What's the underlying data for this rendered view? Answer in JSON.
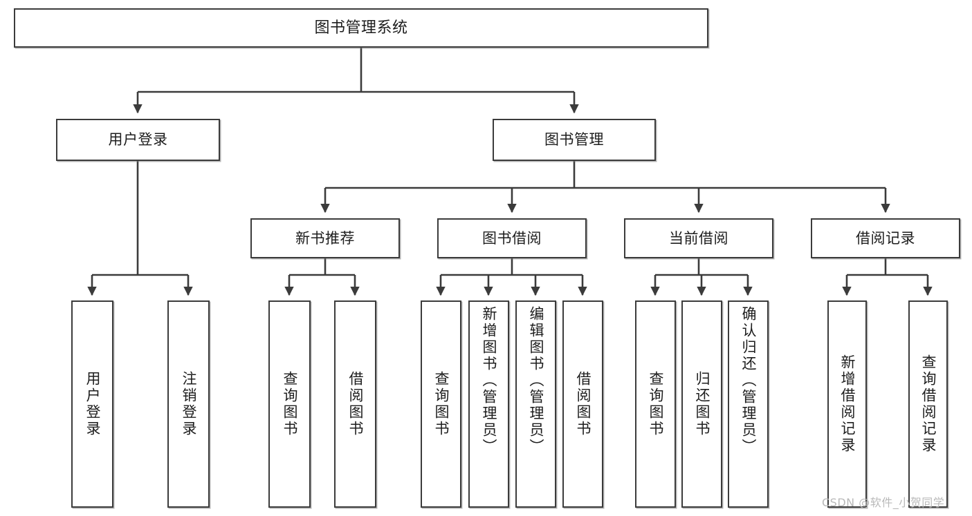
{
  "diagram": {
    "type": "tree",
    "title": "图书管理系统",
    "root": {
      "id": "root",
      "label": "图书管理系统"
    },
    "level2": [
      {
        "id": "user-login",
        "label": "用户登录"
      },
      {
        "id": "book-manage",
        "label": "图书管理"
      }
    ],
    "level3": [
      {
        "id": "new-book-rec",
        "label": "新书推荐",
        "parent": "book-manage"
      },
      {
        "id": "book-borrow",
        "label": "图书借阅",
        "parent": "book-manage"
      },
      {
        "id": "current-borrow",
        "label": "当前借阅",
        "parent": "book-manage"
      },
      {
        "id": "borrow-record",
        "label": "借阅记录",
        "parent": "book-manage"
      }
    ],
    "leaves": [
      {
        "id": "leaf-user-login",
        "label": "用户登录",
        "parent": "user-login"
      },
      {
        "id": "leaf-user-logout",
        "label": "注销登录",
        "parent": "user-login"
      },
      {
        "id": "leaf-query-book-1",
        "label": "查询图书",
        "parent": "new-book-rec"
      },
      {
        "id": "leaf-borrow-book-1",
        "label": "借阅图书",
        "parent": "new-book-rec"
      },
      {
        "id": "leaf-query-book-2",
        "label": "查询图书",
        "parent": "book-borrow"
      },
      {
        "id": "leaf-add-book",
        "label": "新增图书（管理员）",
        "parent": "book-borrow"
      },
      {
        "id": "leaf-edit-book",
        "label": "编辑图书（管理员）",
        "parent": "book-borrow"
      },
      {
        "id": "leaf-borrow-book-2",
        "label": "借阅图书",
        "parent": "book-borrow"
      },
      {
        "id": "leaf-query-book-3",
        "label": "查询图书",
        "parent": "current-borrow"
      },
      {
        "id": "leaf-return-book",
        "label": "归还图书",
        "parent": "current-borrow"
      },
      {
        "id": "leaf-confirm-return",
        "label": "确认归还（管理员）",
        "parent": "current-borrow"
      },
      {
        "id": "leaf-add-record",
        "label": "新增借阅记录",
        "parent": "borrow-record"
      },
      {
        "id": "leaf-query-record",
        "label": "查询借阅记录",
        "parent": "borrow-record"
      }
    ],
    "colors": {
      "box_border": "#3b3b3b",
      "box_fill": "#ffffff",
      "edge": "#3b3b3b",
      "text": "#1d1d1d",
      "watermark": "#b9b9b9"
    }
  },
  "watermark": {
    "text": "CSDN @软件_小贺同学"
  }
}
